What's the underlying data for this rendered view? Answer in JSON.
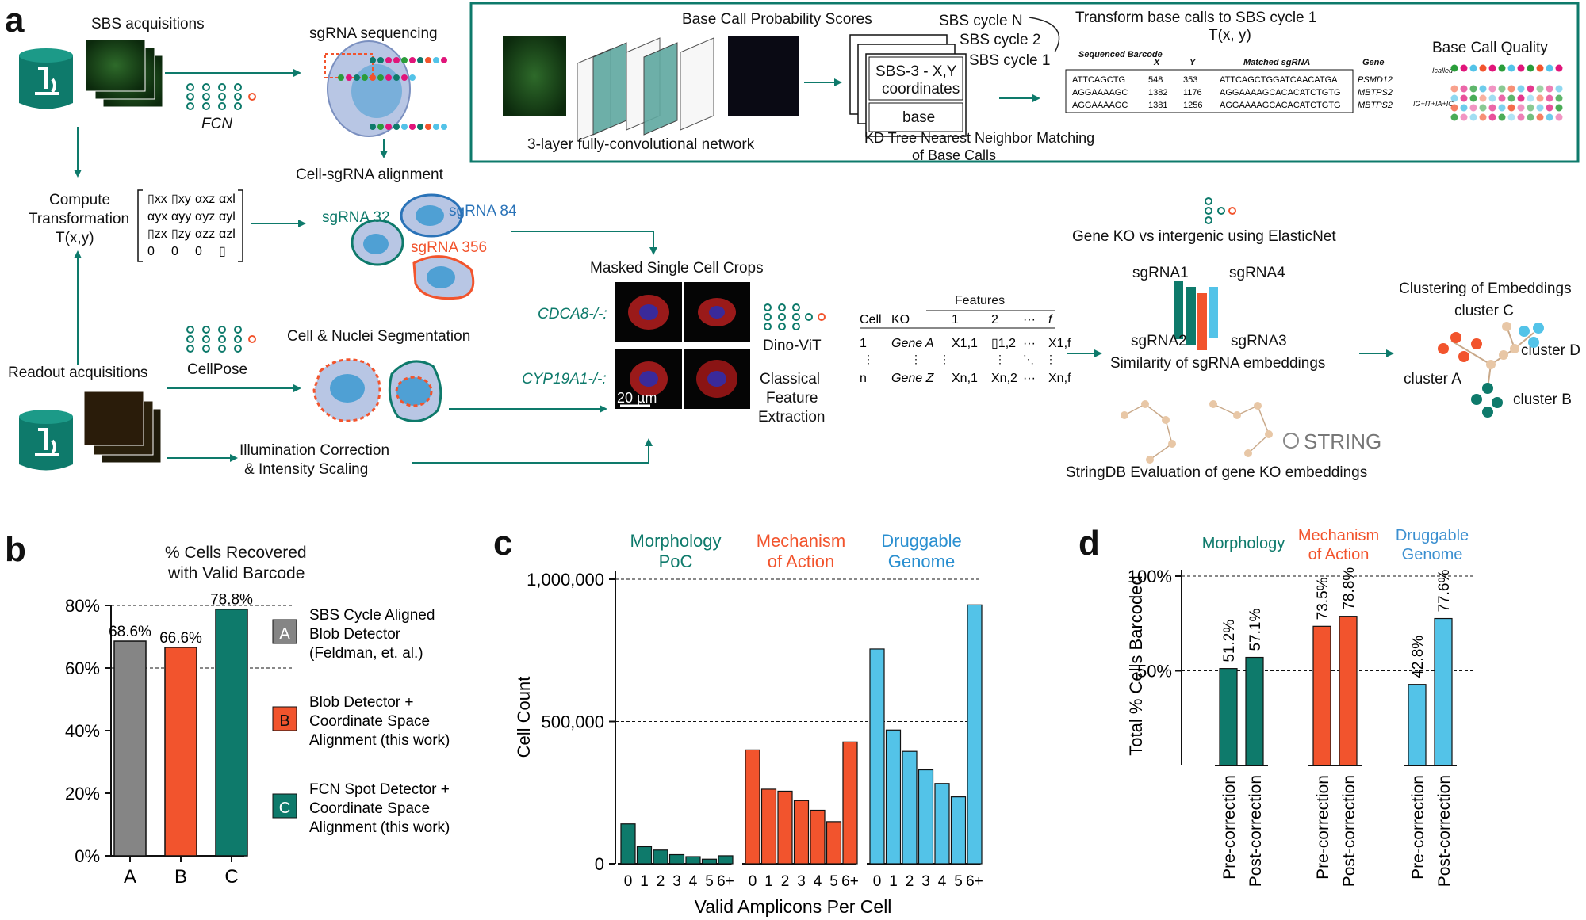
{
  "colors": {
    "teal": "#0e7a6b",
    "orange": "#f2542d",
    "lightblue": "#53c3e8",
    "gray": "#858585",
    "cell_fill": "#b8c6e4",
    "nucleus": "#4fa0d4"
  },
  "panel_a": {
    "letter": "a",
    "sbs_acquisitions": "SBS acquisitions",
    "fcn": "FCN",
    "sgrna_sequencing": "sgRNA sequencing",
    "cell_sgrna_alignment": "Cell-sgRNA alignment",
    "compute_transformation": [
      "Compute",
      "Transformation",
      "T(x,y)"
    ],
    "matrix_rows": [
      [
        "▯xx",
        "▯xy",
        "αxz",
        "αxl"
      ],
      [
        "αyx",
        "αyy",
        "αyz",
        "αyl"
      ],
      [
        "▯zx",
        "▯zy",
        "αzz",
        "αzl"
      ],
      [
        "0",
        "0",
        "0",
        "▯"
      ]
    ],
    "sgrna_32": "sgRNA 32",
    "sgrna_84": "sgRNA 84",
    "sgrna_356": "sgRNA 356",
    "readout_acquisitions": "Readout acquisitions",
    "cellpose": "CellPose",
    "cell_nuclei_segmentation": "Cell & Nuclei Segmentation",
    "illumination": [
      "Illumination Correction",
      "& Intensity Scaling"
    ],
    "base_call_prob": "Base Call Probability Scores",
    "three_layer_fcn": "3-layer fully-convolutional network",
    "sbs_cycles": [
      "SBS cycle N",
      "SBS cycle 2",
      "SBS cycle 1"
    ],
    "sbs3_coords": [
      "SBS-3 - X,Y",
      "coordinates"
    ],
    "base": "base",
    "transform_title": [
      "Transform base calls to SBS cycle 1",
      "T(x, y)"
    ],
    "kd_tree": [
      "KD Tree Nearest Neighbor Matching",
      "of Base Calls"
    ],
    "table_headers": [
      "Sequenced Barcode",
      "X",
      "Y",
      "Matched sgRNA",
      "Gene"
    ],
    "table_rows": [
      [
        "ATTCAGCTG",
        "548",
        "353",
        "ATTCAGCTGGATCAACATGA",
        "PSMD12"
      ],
      [
        "AGGAAAAGC",
        "1382",
        "1176",
        "AGGAAAAGCACACATCTGTG",
        "MBTPS2"
      ],
      [
        "AGGAAAAGC",
        "1381",
        "1256",
        "AGGAAAAGCACACATCTGTG",
        "MBTPS2"
      ]
    ],
    "base_call_quality": "Base Call Quality",
    "i_called": "Icalled",
    "i_sum": "IG+IT+IA+IC",
    "masked_crops": "Masked Single Cell Crops",
    "cdca8": "CDCA8-/-:",
    "cyp19a1": "CYP19A1-/-:",
    "scale_bar": "20 µm",
    "dino_vit": "Dino-ViT",
    "classical": [
      "Classical",
      "Feature",
      "Extraction"
    ],
    "features_header": "Features",
    "feat_cols": [
      "Cell",
      "KO",
      "1",
      "2",
      "···",
      "f"
    ],
    "feat_row1": [
      "1",
      "Gene A",
      "X1,1",
      "▯1,2",
      "···",
      "X1,f"
    ],
    "feat_row2": [
      "n",
      "Gene Z",
      "Xn,1",
      "Xn,2",
      "···",
      "Xn,f"
    ],
    "gene_ko": "Gene KO vs intergenic using ElasticNet",
    "sgrna_labels": [
      "sgRNA1",
      "sgRNA4",
      "sgRNA2",
      "sgRNA3"
    ],
    "similarity": "Similarity of sgRNA embeddings",
    "clustering": "Clustering of Embeddings",
    "clusters": [
      "cluster C",
      "cluster D",
      "cluster A",
      "cluster B"
    ],
    "string": "STRING",
    "stringdb": "StringDB Evaluation of gene KO embeddings"
  },
  "panel_b": {
    "letter": "b",
    "chart_data": {
      "type": "bar",
      "title": [
        "% Cells Recovered",
        "with Valid Barcode"
      ],
      "categories": [
        "A",
        "B",
        "C"
      ],
      "values": [
        68.6,
        66.6,
        78.8
      ],
      "value_labels": [
        "68.6%",
        "66.6%",
        "78.8%"
      ],
      "bar_colors": [
        "#858585",
        "#f2542d",
        "#0e7a6b"
      ],
      "ylim": [
        0,
        80
      ],
      "yticks": [
        0,
        20,
        40,
        60,
        80
      ],
      "ytick_labels": [
        "0%",
        "20%",
        "40%",
        "60%",
        "80%"
      ],
      "reference_lines": [
        60,
        80
      ],
      "legend": [
        {
          "key": "A",
          "lines": [
            "SBS Cycle Aligned",
            "Blob Detector",
            "(Feldman, et. al.)"
          ]
        },
        {
          "key": "B",
          "lines": [
            "Blob Detector +",
            "Coordinate Space",
            "Alignment (this work)"
          ]
        },
        {
          "key": "C",
          "lines": [
            "FCN Spot Detector +",
            "Coordinate Space",
            "Alignment (this work)"
          ]
        }
      ]
    }
  },
  "panel_c": {
    "letter": "c",
    "chart_data": {
      "type": "bar",
      "xlabel": "Valid Amplicons Per Cell",
      "ylabel": "Cell Count",
      "categories": [
        "0",
        "1",
        "2",
        "3",
        "4",
        "5",
        "6+"
      ],
      "ylim": [
        0,
        1000000
      ],
      "yticks": [
        0,
        500000,
        1000000
      ],
      "ytick_labels": [
        "0",
        "500,000",
        "1,000,000"
      ],
      "reference_lines": [
        500000,
        1000000
      ],
      "series": [
        {
          "name": "Morphology PoC",
          "header": [
            "Morphology",
            "PoC"
          ],
          "color": "#0e7a6b",
          "values": [
            140000,
            60000,
            48000,
            32000,
            25000,
            16000,
            28000
          ]
        },
        {
          "name": "Mechanism of Action",
          "header": [
            "Mechanism",
            "of Action"
          ],
          "color": "#f2542d",
          "values": [
            400000,
            262000,
            255000,
            222000,
            188000,
            148000,
            428000
          ]
        },
        {
          "name": "Druggable Genome",
          "header": [
            "Druggable",
            "Genome"
          ],
          "color": "#53c3e8",
          "values": [
            755000,
            470000,
            395000,
            330000,
            282000,
            235000,
            910000
          ]
        }
      ]
    }
  },
  "panel_d": {
    "letter": "d",
    "chart_data": {
      "type": "bar",
      "ylabel": "Total % Cells Barcoded",
      "ylim": [
        0,
        100
      ],
      "yticks": [
        50,
        100
      ],
      "ytick_labels": [
        "50%",
        "100%"
      ],
      "reference_lines": [
        50,
        100
      ],
      "categories": [
        "Pre-correction",
        "Post-correction"
      ],
      "series": [
        {
          "name": "Morphology",
          "header": [
            "Morphology"
          ],
          "color": "#0e7a6b",
          "values": [
            51.2,
            57.1
          ],
          "value_labels": [
            "51.2%",
            "57.1%"
          ]
        },
        {
          "name": "Mechanism of Action",
          "header": [
            "Mechanism",
            "of Action"
          ],
          "color": "#f2542d",
          "values": [
            73.5,
            78.8
          ],
          "value_labels": [
            "73.5%",
            "78.8%"
          ]
        },
        {
          "name": "Druggable Genome",
          "header": [
            "Druggable",
            "Genome"
          ],
          "color": "#3b8fd0",
          "values": [
            42.8,
            77.6
          ],
          "value_labels": [
            "42.8%",
            "77.6%"
          ]
        }
      ]
    }
  }
}
